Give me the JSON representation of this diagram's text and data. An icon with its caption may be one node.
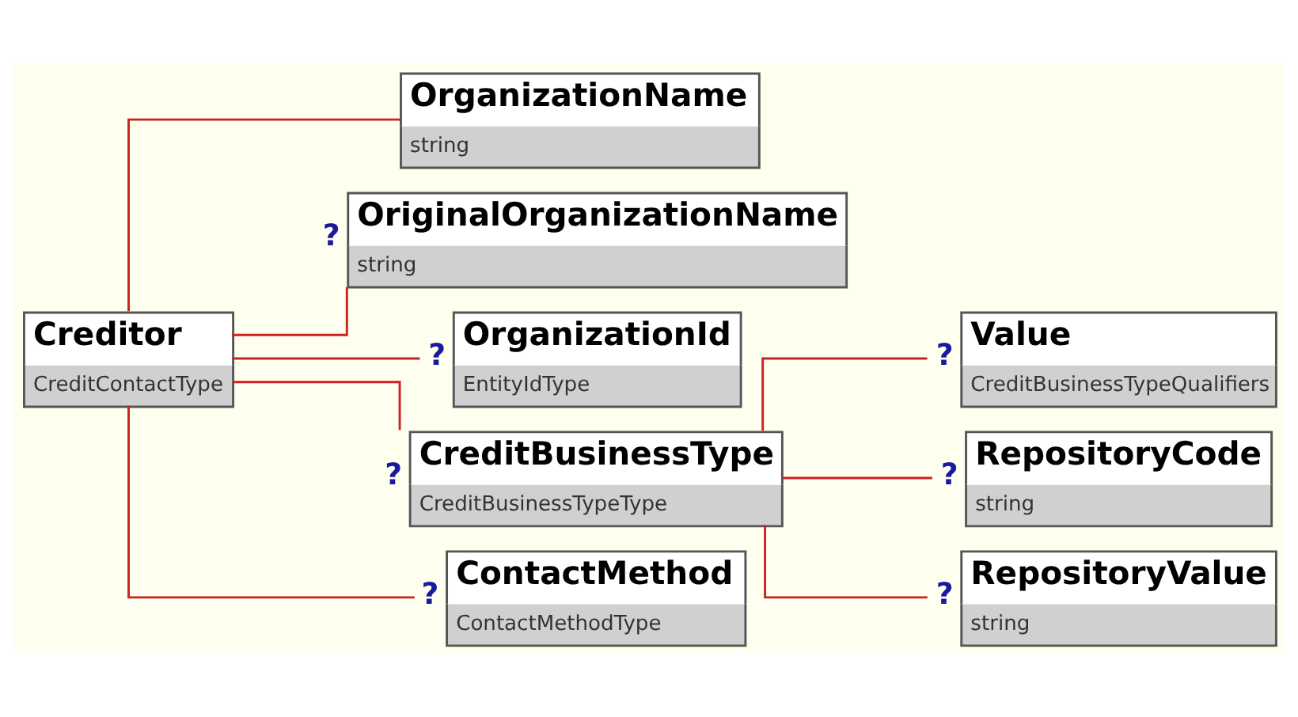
{
  "diagram": {
    "nodes": [
      {
        "text": [
          "Creditor",
          "CreditContactType"
        ]
      },
      {
        "text": [
          "OrganizationName",
          "string"
        ]
      },
      {
        "text": [
          "OriginalOrganizationName",
          "string"
        ],
        "beside": [
          "?"
        ]
      },
      {
        "text": [
          "OrganizationId",
          "EntityIdType"
        ],
        "beside": [
          "?"
        ]
      },
      {
        "text": [
          "CreditBusinessType",
          "CreditBusinessTypeType"
        ],
        "beside": [
          "?"
        ]
      },
      {
        "text": [
          "ContactMethod",
          "ContactMethodType"
        ],
        "beside": [
          "?"
        ]
      },
      {
        "text": [
          "Value",
          "CreditBusinessTypeQualifiers"
        ],
        "beside": [
          "?"
        ]
      },
      {
        "text": [
          "RepositoryCode",
          "string"
        ],
        "beside": [
          "?"
        ]
      },
      {
        "text": [
          "RepositoryValue",
          "string"
        ],
        "beside": [
          "?"
        ]
      }
    ],
    "edges": [
      {
        "from": 0,
        "to": 1,
        "arrow": "none"
      },
      {
        "from": 0,
        "to": 2,
        "arrow": "none"
      },
      {
        "from": 0,
        "to": 3,
        "arrow": "none"
      },
      {
        "from": 0,
        "to": 4,
        "arrow": "none"
      },
      {
        "from": 0,
        "to": 5,
        "arrow": "none"
      },
      {
        "from": 4,
        "to": 6,
        "arrow": "none"
      },
      {
        "from": 4,
        "to": 7,
        "arrow": "none"
      },
      {
        "from": 4,
        "to": 8,
        "arrow": "none"
      }
    ]
  }
}
